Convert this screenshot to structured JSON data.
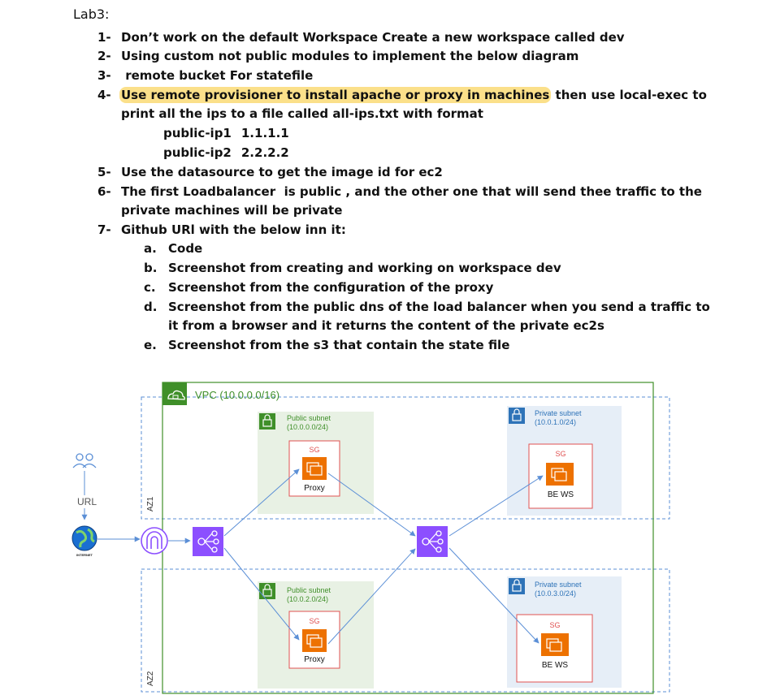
{
  "document": {
    "title": "Lab3:",
    "items": [
      {
        "num": "1-",
        "text": "Don’t work on the default Workspace Create a new workspace called dev"
      },
      {
        "num": "2-",
        "text": "Using custom not public modules to implement the below diagram"
      },
      {
        "num": "3-",
        "text": " remote bucket For statefile"
      },
      {
        "num": "4-",
        "highlight": "Use remote provisioner to install apache or proxy in machines",
        "rest": " then use local-exec to",
        "cont": "print all the ips to a file called all-ips.txt with format"
      },
      {
        "num": "5-",
        "text": "Use the datasource to get the image id for ec2"
      },
      {
        "num": "6-",
        "text": "The first Loadbalancer  is public , and the other one that will send thee traffic to the",
        "cont": "private machines will be private"
      },
      {
        "num": "7-",
        "text": "Github URl with the below inn it:"
      }
    ],
    "ip_examples": [
      {
        "name": "public-ip1",
        "value": "1.1.1.1"
      },
      {
        "name": "public-ip2",
        "value": "2.2.2.2"
      }
    ],
    "sub_items": [
      {
        "letter": "a.",
        "text": "Code"
      },
      {
        "letter": "b.",
        "text": "Screenshot from creating and working on workspace dev"
      },
      {
        "letter": "c.",
        "text": "Screenshot from the configuration of the proxy"
      },
      {
        "letter": "d.",
        "text": "Screenshot from the public dns of the load balancer when you send a traffic to",
        "cont": "it from a browser and it returns the content of the private ec2s"
      },
      {
        "letter": "e.",
        "text": "Screenshot from the s3 that contain the state file"
      }
    ]
  },
  "diagram": {
    "vpc_label": "VPC (10.0.0.0/16)",
    "az1_label": "AZ1",
    "az2_label": "AZ2",
    "url_label": "URL",
    "internet_label": "INTERNET",
    "public_subnet_1": {
      "name": "Public subnet",
      "cidr": "(10.0.0.0/24)"
    },
    "public_subnet_2": {
      "name": "Public subnet",
      "cidr": "(10.0.2.0/24)"
    },
    "private_subnet_1": {
      "name": "Private subnet",
      "cidr": "(10.0.1.0/24)"
    },
    "private_subnet_2": {
      "name": "Private subnet",
      "cidr": "(10.0.3.0/24)"
    },
    "sg_label": "SG",
    "proxy_label": "Proxy",
    "bews_label": "BE WS",
    "colors": {
      "vpc_border": "#3f8f29",
      "public_subnet_fill": "#e8f1e4",
      "private_subnet_fill": "#e6eef7",
      "sg_border": "#e05252",
      "lb_fill": "#8c4fff",
      "ec2_fill": "#ed7100",
      "arrow": "#5b8fd6",
      "dashed_border": "#5b8fd6",
      "lock_green": "#3f8f29",
      "lock_blue": "#2e73b8",
      "gateway_purple": "#8c4fff"
    }
  }
}
